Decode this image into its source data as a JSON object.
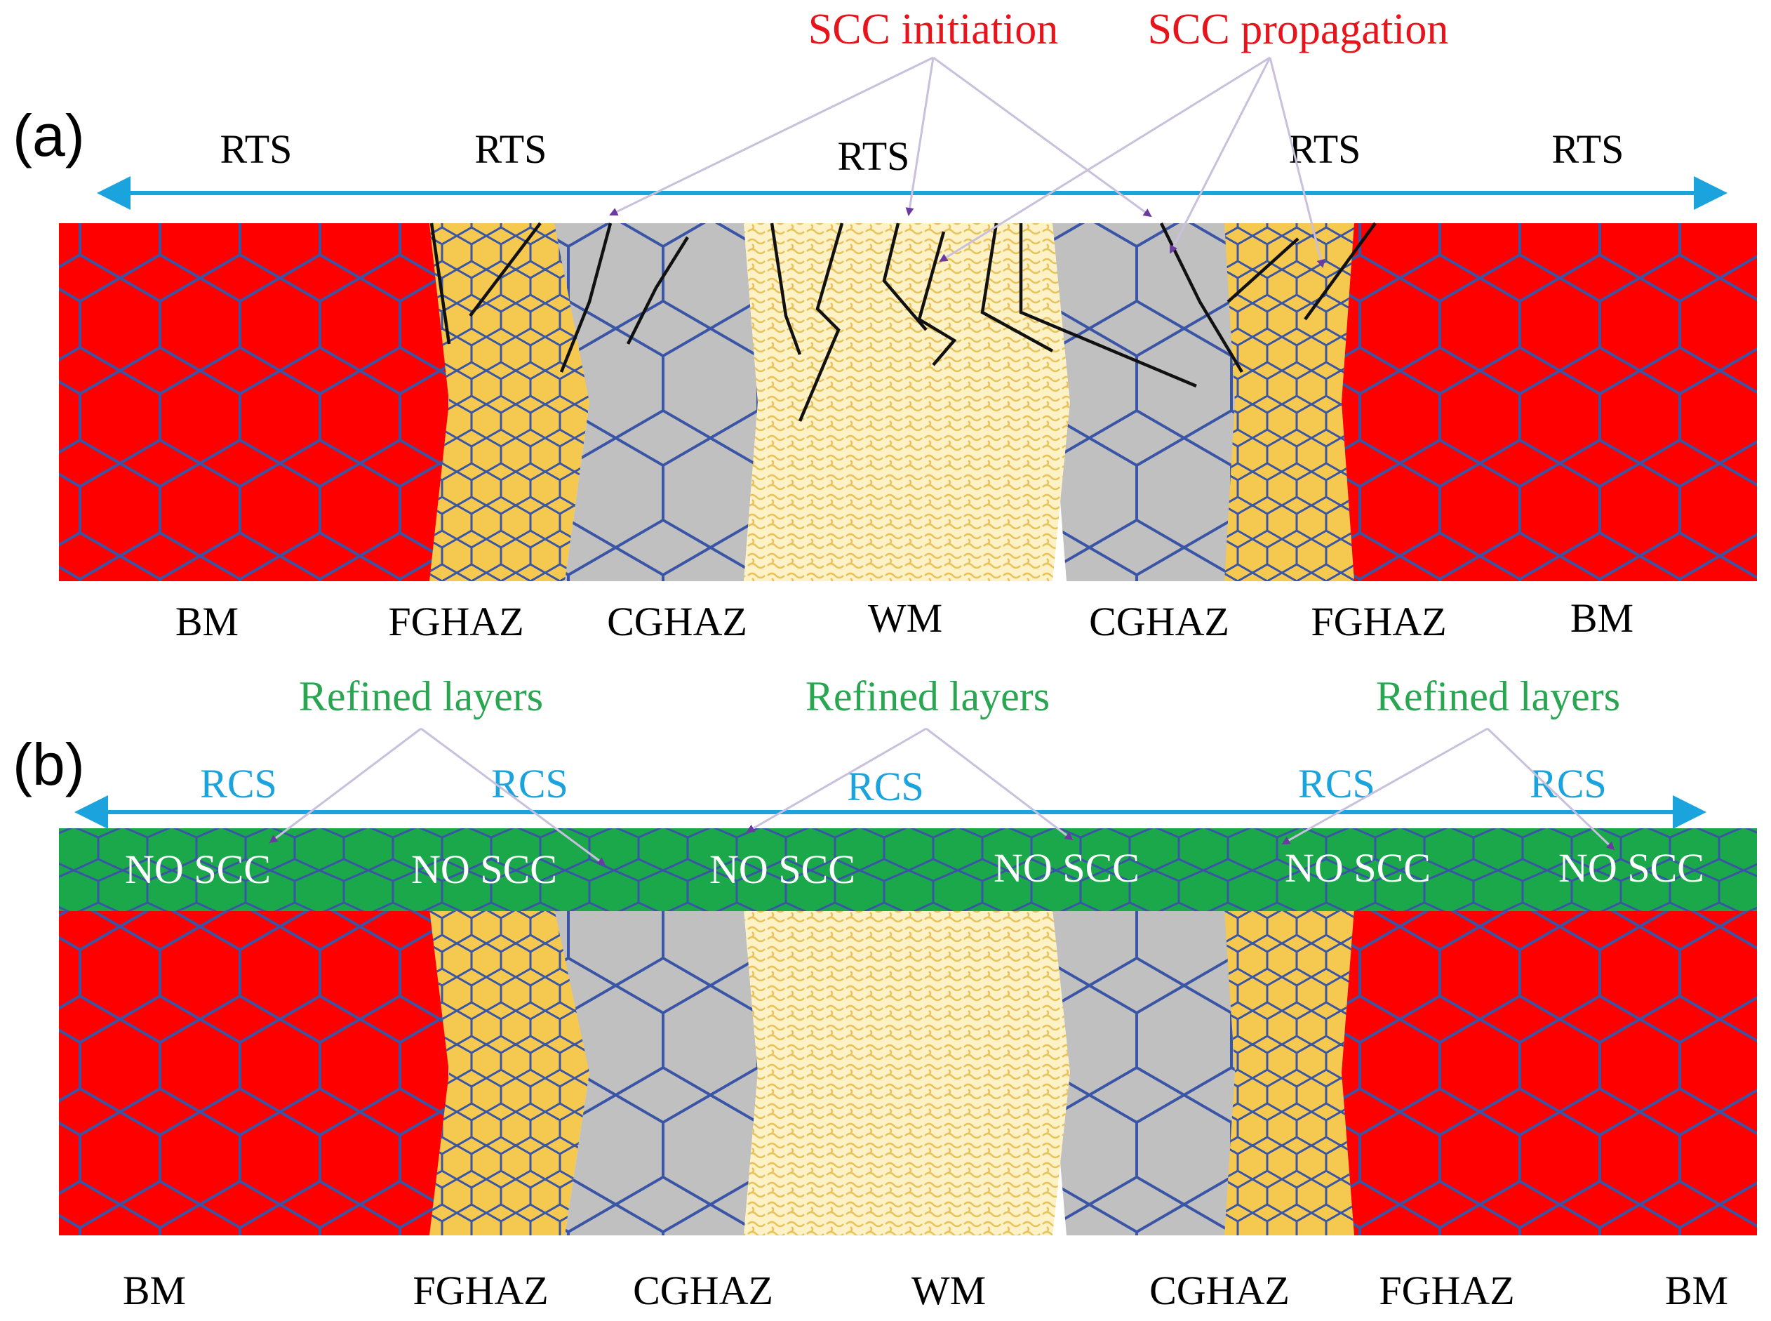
{
  "colors": {
    "bm": "#ff0000",
    "fghaz": "#f5c850",
    "cghaz": "#c0c0c0",
    "wm": "#fdf1c6",
    "wm_pattern": "#e8c25a",
    "grain_line": "#3a55a5",
    "refined_layer": "#1aa84b",
    "arrow": "#1aa3dd",
    "crack": "#111111",
    "pointer_line": "#c9c0dc",
    "pointer_head": "#6a3aa0",
    "scc_label": "#e8141b",
    "refined_label": "#2aa552",
    "rcs_label": "#1aa3dd",
    "no_scc_label": "#ffffff"
  },
  "panel_a": {
    "letter": "(a)",
    "annotations": {
      "scc_initiation": "SCC initiation",
      "scc_propagation": "SCC propagation"
    },
    "stress_labels": [
      "RTS",
      "RTS",
      "RTS",
      "RTS",
      "RTS"
    ],
    "zone_labels": [
      "BM",
      "FGHAZ",
      "CGHAZ",
      "WM",
      "CGHAZ",
      "FGHAZ",
      "BM"
    ]
  },
  "panel_b": {
    "letter": "(b)",
    "annotations": [
      "Refined layers",
      "Refined layers",
      "Refined layers"
    ],
    "stress_labels": [
      "RCS",
      "RCS",
      "RCS",
      "RCS",
      "RCS"
    ],
    "layer_labels": [
      "NO SCC",
      "NO SCC",
      "NO SCC",
      "NO SCC",
      "NO SCC",
      "NO SCC"
    ],
    "zone_labels": [
      "BM",
      "FGHAZ",
      "CGHAZ",
      "WM",
      "CGHAZ",
      "FGHAZ",
      "BM"
    ]
  }
}
